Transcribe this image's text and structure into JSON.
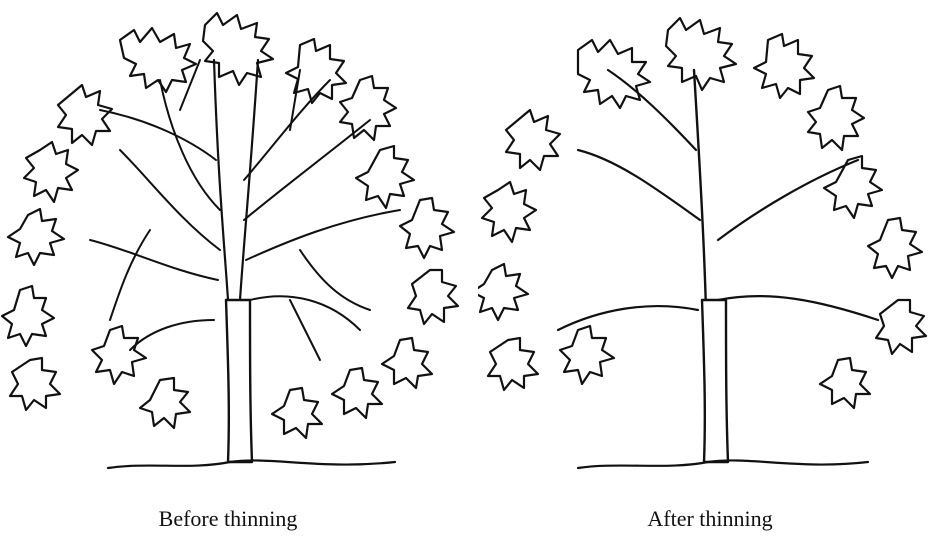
{
  "figure": {
    "panels": [
      {
        "id": "before",
        "caption": "Before thinning"
      },
      {
        "id": "after",
        "caption": "After thinning"
      }
    ]
  }
}
